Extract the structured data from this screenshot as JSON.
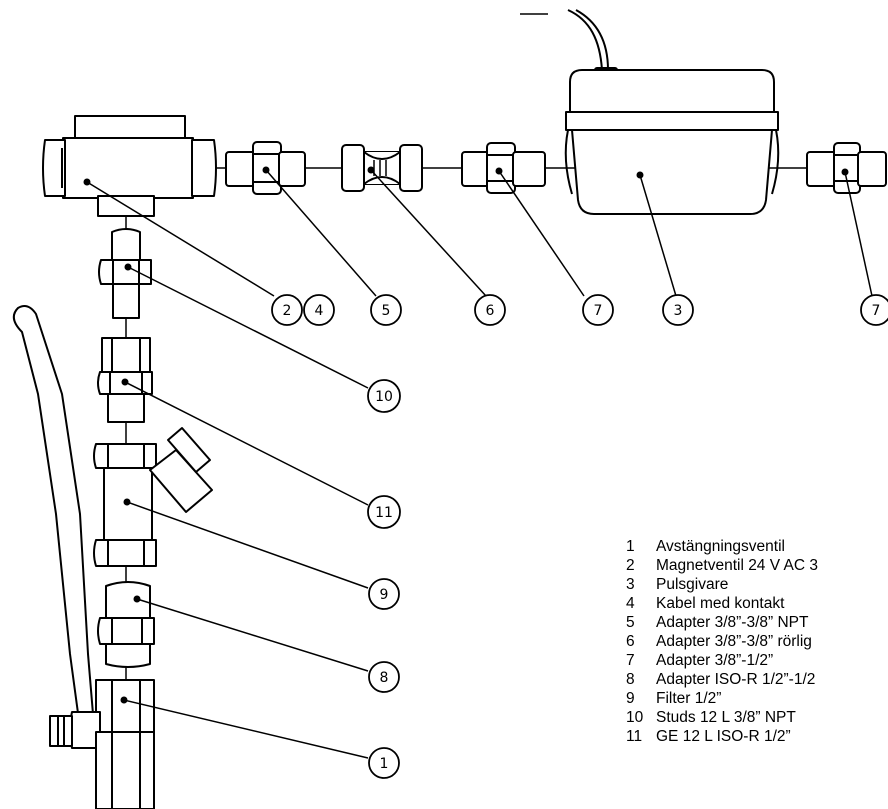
{
  "callouts": [
    "2",
    "4",
    "5",
    "6",
    "7",
    "3",
    "7",
    "10",
    "11",
    "9",
    "8",
    "1"
  ],
  "legend": [
    {
      "num": "1",
      "text": "Avstängningsventil"
    },
    {
      "num": "2",
      "text": "Magnetventil 24 V AC 3"
    },
    {
      "num": "3",
      "text": "Pulsgivare"
    },
    {
      "num": "4",
      "text": "Kabel med kontakt"
    },
    {
      "num": "5",
      "text": "Adapter 3/8”-3/8” NPT"
    },
    {
      "num": "6",
      "text": "Adapter 3/8”-3/8” rörlig"
    },
    {
      "num": "7",
      "text": "Adapter 3/8”-1/2”"
    },
    {
      "num": "8",
      "text": "Adapter ISO-R 1/2”-1/2"
    },
    {
      "num": "9",
      "text": "Filter 1/2”"
    },
    {
      "num": "10",
      "text": "Studs 12 L 3/8” NPT"
    },
    {
      "num": "11",
      "text": "GE 12 L ISO-R 1/2”"
    }
  ]
}
